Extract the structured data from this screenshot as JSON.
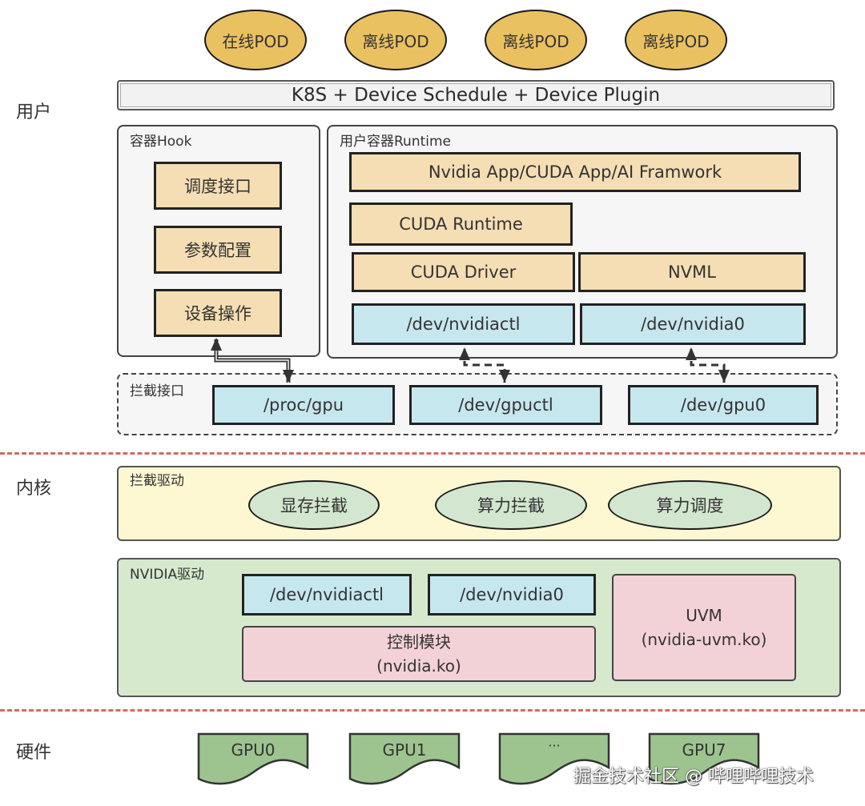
{
  "layers": {
    "user": "用户",
    "kernel": "内核",
    "hardware": "硬件"
  },
  "pods": [
    "在线POD",
    "离线POD",
    "离线POD",
    "离线POD"
  ],
  "k8s_bar": "K8S + Device Schedule + Device Plugin",
  "container_hook": {
    "title": "容器Hook",
    "items": [
      "调度接口",
      "参数配置",
      "设备操作"
    ]
  },
  "user_runtime": {
    "title": "用户容器Runtime",
    "app": "Nvidia App/CUDA App/AI Framwork",
    "cuda_runtime": "CUDA Runtime",
    "cuda_driver": "CUDA Driver",
    "nvml": "NVML",
    "dev_ctl": "/dev/nvidiactl",
    "dev_0": "/dev/nvidia0"
  },
  "intercept_interface": {
    "title": "拦截接口",
    "items": [
      "/proc/gpu",
      "/dev/gpuctl",
      "/dev/gpu0"
    ]
  },
  "intercept_driver": {
    "title": "拦截驱动",
    "items": [
      "显存拦截",
      "算力拦截",
      "算力调度"
    ]
  },
  "nvidia_driver": {
    "title": "NVIDIA驱动",
    "dev_ctl": "/dev/nvidiactl",
    "dev_0": "/dev/nvidia0",
    "control_module": "控制模块",
    "control_module_ko": "(nvidia.ko)",
    "uvm": "UVM",
    "uvm_ko": "(nvidia-uvm.ko)"
  },
  "gpus": [
    "GPU0",
    "GPU1",
    "···",
    "GPU7"
  ],
  "watermark": "掘金技术社区 @ 哔哩哔哩技术",
  "colors": {
    "pod": "#e9c160",
    "tan_box": "#f5deb3",
    "blue_box": "#c7e7ef",
    "separator": "#d46a5e",
    "intercept_driver_bg": "#fdf7d2",
    "intercept_oval": "#d3e6cf",
    "nvidia_driver_bg": "#d6e9cd",
    "pink_box": "#f2d2d6",
    "gpu": "#9dc48f"
  }
}
